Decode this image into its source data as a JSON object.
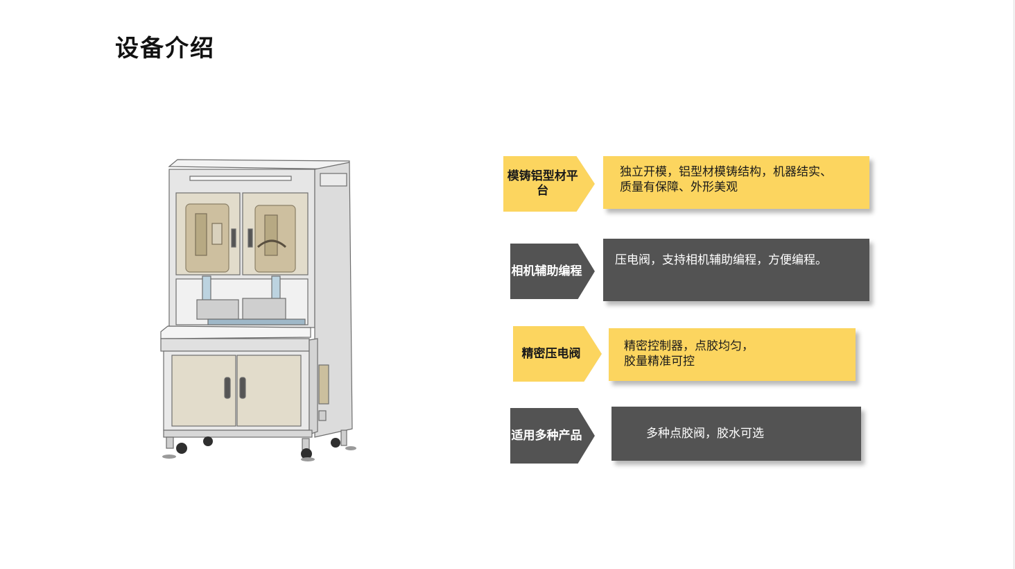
{
  "title": "设备介绍",
  "features": [
    {
      "label": "模铸铝型材平台",
      "description": "独立开模，铝型材模铸结构，机器结实、\n质量有保障、外形美观",
      "style": "yellow"
    },
    {
      "label": "相机辅助编程",
      "description": "压电阀，支持相机辅助编程，方便编程。",
      "style": "dark"
    },
    {
      "label": "精密压电阀",
      "description": "精密控制器，点胶均匀，\n胶量精准可控",
      "style": "yellow"
    },
    {
      "label": "适用多种产品",
      "description": "多种点胶阀，胶水可选",
      "style": "dark"
    }
  ],
  "colors": {
    "accent_yellow": "#fcd55f",
    "dark_gray": "#535353"
  }
}
